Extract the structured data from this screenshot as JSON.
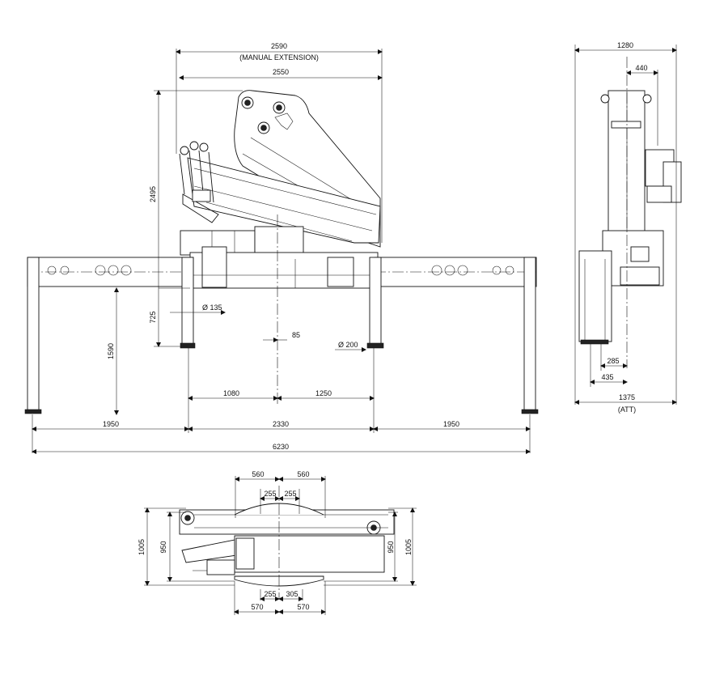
{
  "labels": {
    "manual_extension_length": "2590",
    "manual_extension_note": "(MANUAL EXTENSION)",
    "boom_length": "2550",
    "total_height": "2495",
    "base_height": "725",
    "outrigger_height": "1590",
    "ram_diameter": "Ø 135",
    "foot_diameter": "Ø 200",
    "offset_85": "85",
    "center_left": "1080",
    "center_right": "1250",
    "span_left": "1950",
    "span_middle": "2330",
    "span_right": "1950",
    "total_span": "6230"
  },
  "side_labels": {
    "width_top": "1280",
    "offset_top": "440",
    "offset_285": "285",
    "offset_435": "435",
    "width_bottom": "1375",
    "att_note": "(ATT)"
  },
  "plan_labels": {
    "top_left": "560",
    "top_right": "560",
    "inner_top_left": "255",
    "inner_top_right": "255",
    "height_left_outer": "1005",
    "height_left_inner": "950",
    "height_right_inner": "950",
    "height_right_outer": "1005",
    "inner_bottom_left": "255",
    "inner_bottom_right": "305",
    "bottom_left": "570",
    "bottom_right": "570"
  }
}
